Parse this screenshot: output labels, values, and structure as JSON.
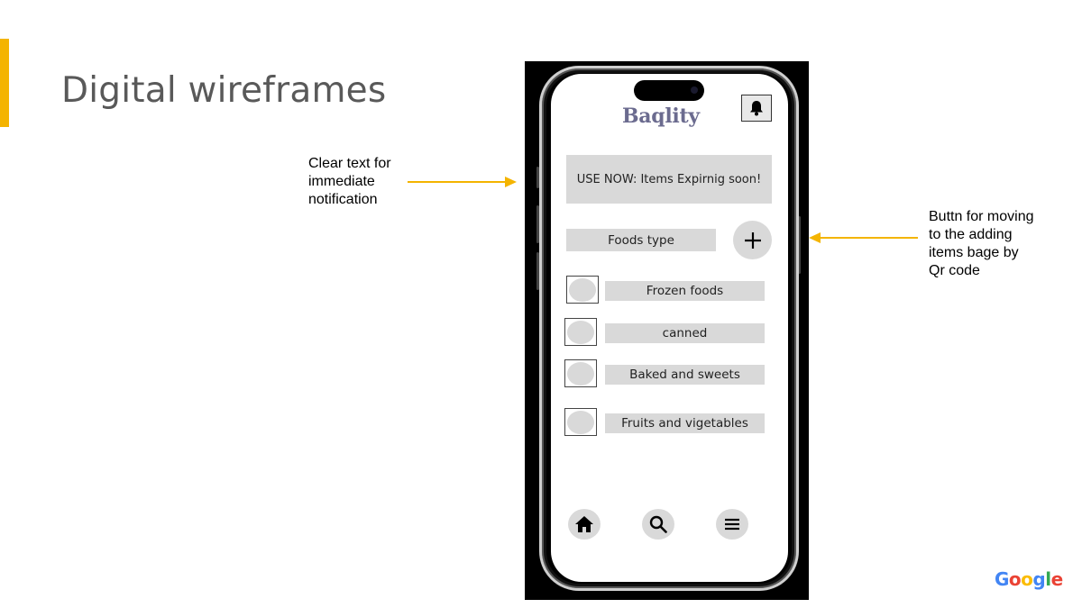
{
  "slide": {
    "title": "Digital wireframes",
    "accent_color": "#f4b400",
    "footer_logo": [
      "G",
      "o",
      "o",
      "g",
      "l",
      "e"
    ],
    "footer_logo_colors": [
      "#4285f4",
      "#ea4335",
      "#fbbc05",
      "#4285f4",
      "#34a853",
      "#ea4335"
    ]
  },
  "annotations": {
    "left": [
      "Clear text for",
      "immediate",
      "notification"
    ],
    "right": [
      "Buttn for moving",
      "to the adding",
      "items bage by",
      "Qr code"
    ]
  },
  "app": {
    "name": "Baqlity",
    "brand_color": "#6b6b8f",
    "notification_icon": "bell-icon",
    "banner_text": "USE NOW: Items Expirnig soon!",
    "foods_type_label": "Foods type",
    "add_icon": "plus-icon",
    "categories": [
      {
        "label": "Frozen foods"
      },
      {
        "label": "canned"
      },
      {
        "label": "Baked and sweets"
      },
      {
        "label": "Fruits and vigetables"
      }
    ],
    "bottom_nav": [
      {
        "icon": "home-icon"
      },
      {
        "icon": "search-icon"
      },
      {
        "icon": "menu-icon"
      }
    ]
  }
}
